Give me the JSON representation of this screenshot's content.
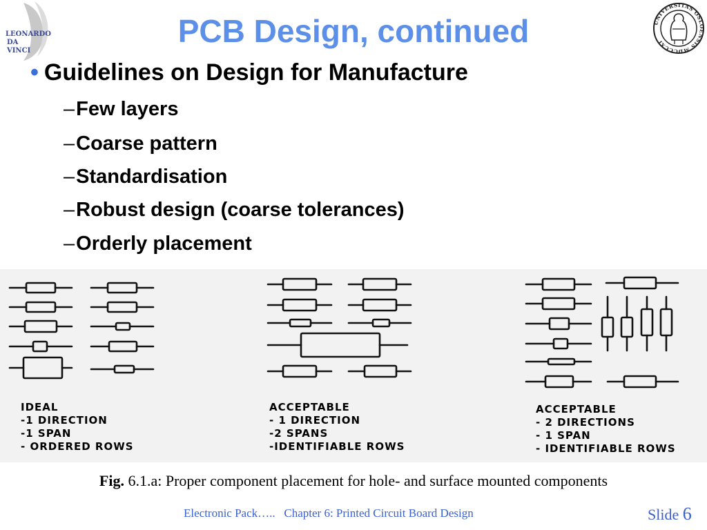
{
  "slide": {
    "title": "PCB Design, continued",
    "bullet": "Guidelines on Design for Manufacture",
    "subitems": [
      "Few layers",
      "Coarse pattern",
      "Standardisation",
      "Robust design (coarse tolerances)",
      "Orderly placement"
    ],
    "dash": "–",
    "bullet_dot": "•"
  },
  "logos": {
    "left_text": [
      "LEONARDO",
      "DA",
      "VINCI"
    ],
    "right_text": "UNIVERSITAS OSLOENSIS MDCCCXI"
  },
  "figure": {
    "panels": [
      {
        "lines": [
          "IDEAL",
          "-1 DIRECTION",
          "-1 SPAN",
          "- ORDERED ROWS"
        ]
      },
      {
        "lines": [
          "ACCEPTABLE",
          "- 1 DIRECTION",
          "-2 SPANS",
          "-IDENTIFIABLE ROWS"
        ]
      },
      {
        "lines": [
          "ACCEPTABLE",
          "- 2 DIRECTIONS",
          "- 1 SPAN",
          "- IDENTIFIABLE ROWS"
        ]
      }
    ]
  },
  "caption": {
    "fig_label": "Fig.",
    "text": " 6.1.a: Proper component placement for hole- and surface mounted components"
  },
  "footer": {
    "left": "Electronic Pack…..   Chapter 6: Printed Circuit Board Design",
    "slide_label": "Slide",
    "slide_number": "6"
  },
  "colors": {
    "title": "#5b8fe8",
    "footer": "#3a5fcf",
    "bullet": "#3a6fd8"
  }
}
